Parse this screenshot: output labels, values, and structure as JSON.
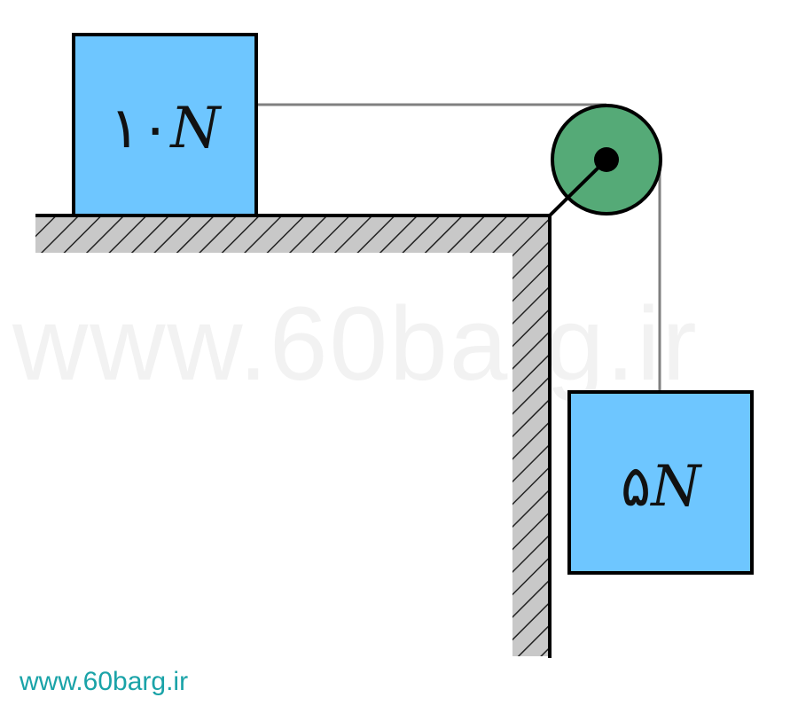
{
  "watermark": "www.60barg.ir",
  "footer_url": "www.60barg.ir",
  "blocks": {
    "top": {
      "digits": "۱۰",
      "unit": "N"
    },
    "hanging": {
      "digits": "۵",
      "unit": "N"
    }
  },
  "colors": {
    "block_fill": "#6ec6ff",
    "pulley_fill": "#55aa77",
    "rope": "#808080",
    "hatch_fill": "#c8c8c8",
    "url": "#1aa3a8"
  }
}
